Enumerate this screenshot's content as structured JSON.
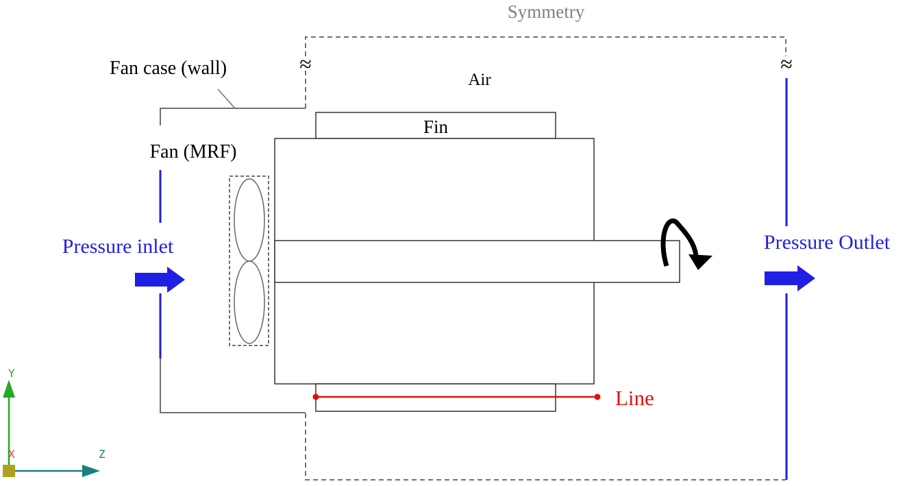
{
  "labels": {
    "symmetry": "Symmetry",
    "fan_case": "Fan case (wall)",
    "air": "Air",
    "fin": "Fin",
    "fan": "Fan (MRF)",
    "pressure_inlet": "Pressure inlet",
    "pressure_outlet": "Pressure Outlet",
    "line": "Line",
    "break_symbol_left": "≈",
    "break_symbol_right": "≈"
  },
  "axes": {
    "y_label": "Y",
    "x_label": "X",
    "z_label": "Z"
  },
  "colors": {
    "boundary_blue": "#1f1fd8",
    "label_blue": "#1f1fe6",
    "line_red": "#e01010",
    "symmetry_gray": "#707070",
    "axis_green": "#22aa22",
    "axis_teal": "#1a7f7f",
    "axis_red": "#e04040",
    "origin_olive": "#b0a020"
  },
  "icons": {
    "rotation": "clockwise-rotation-arrow-icon",
    "inlet_arrow": "right-arrow-icon",
    "outlet_arrow": "right-arrow-icon"
  }
}
